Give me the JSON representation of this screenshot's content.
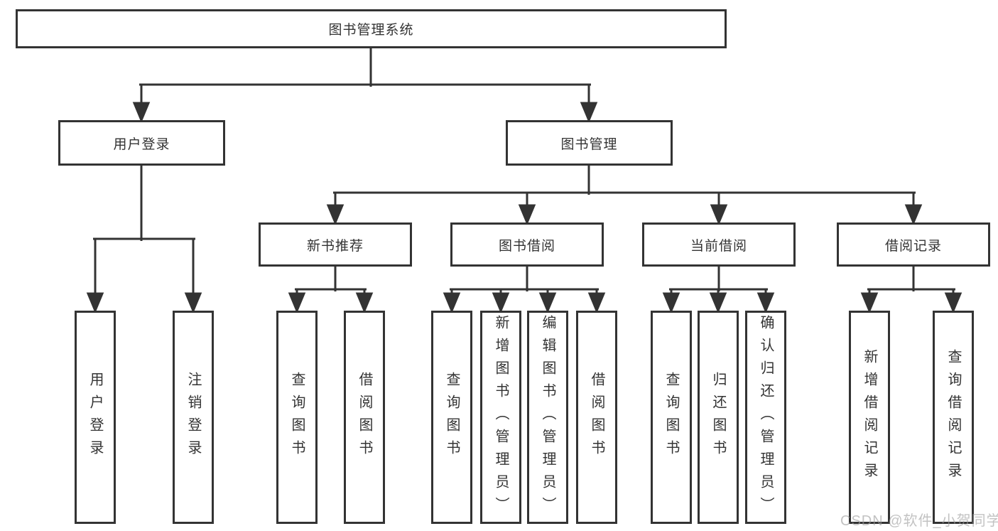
{
  "diagram": {
    "tree": {
      "label": "图书管理系统",
      "children": [
        {
          "label": "用户登录",
          "children": [
            {
              "label": "用户登录"
            },
            {
              "label": "注销登录"
            }
          ]
        },
        {
          "label": "图书管理",
          "children": [
            {
              "label": "新书推荐",
              "children": [
                {
                  "label": "查询图书"
                },
                {
                  "label": "借阅图书"
                }
              ]
            },
            {
              "label": "图书借阅",
              "children": [
                {
                  "label": "查询图书"
                },
                {
                  "label": "新增图书（管理员）"
                },
                {
                  "label": "编辑图书（管理员）"
                },
                {
                  "label": "借阅图书"
                }
              ]
            },
            {
              "label": "当前借阅",
              "children": [
                {
                  "label": "查询图书"
                },
                {
                  "label": "归还图书"
                },
                {
                  "label": "确认归还（管理员）"
                }
              ]
            },
            {
              "label": "借阅记录",
              "children": [
                {
                  "label": "新增借阅记录"
                },
                {
                  "label": "查询借阅记录"
                }
              ]
            }
          ]
        }
      ]
    },
    "watermark": "CSDN @软件_小贺同学",
    "colors": {
      "line": "#333333",
      "box_border": "#333333",
      "box_fill": "#ffffff",
      "text": "#333333",
      "watermark": "#9e9e9e",
      "background": "#ffffff"
    }
  }
}
